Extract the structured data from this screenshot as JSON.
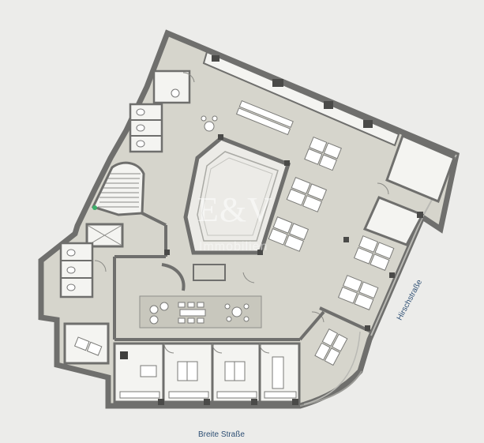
{
  "streets": {
    "bottom": "Breite Straße",
    "right": "Hirschstraße"
  },
  "watermark": {
    "logo": "E&V",
    "sub": "Immobilien"
  },
  "colors": {
    "background": "#ececea",
    "floor": "#d6d5cc",
    "wall": "#6f6f6d",
    "room_fill": "#f4f4f1",
    "street_label": "#2e4f74",
    "furniture": "#ffffff"
  }
}
